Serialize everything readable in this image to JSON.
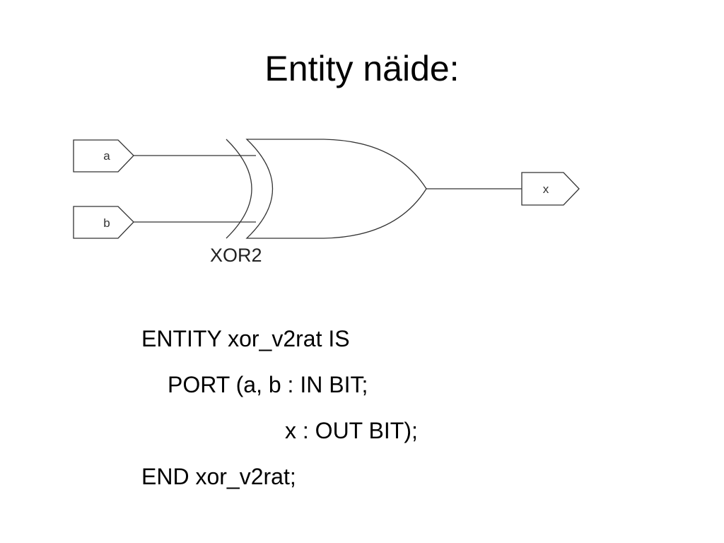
{
  "slide": {
    "title": "Entity näide:"
  },
  "diagram": {
    "gate_type": "XOR2",
    "inputs": [
      "a",
      "b"
    ],
    "output": "x"
  },
  "code": {
    "lines": [
      "ENTITY xor_v2rat IS",
      "PORT (a, b : IN BIT;",
      "x : OUT BIT);",
      "END xor_v2rat;"
    ]
  }
}
